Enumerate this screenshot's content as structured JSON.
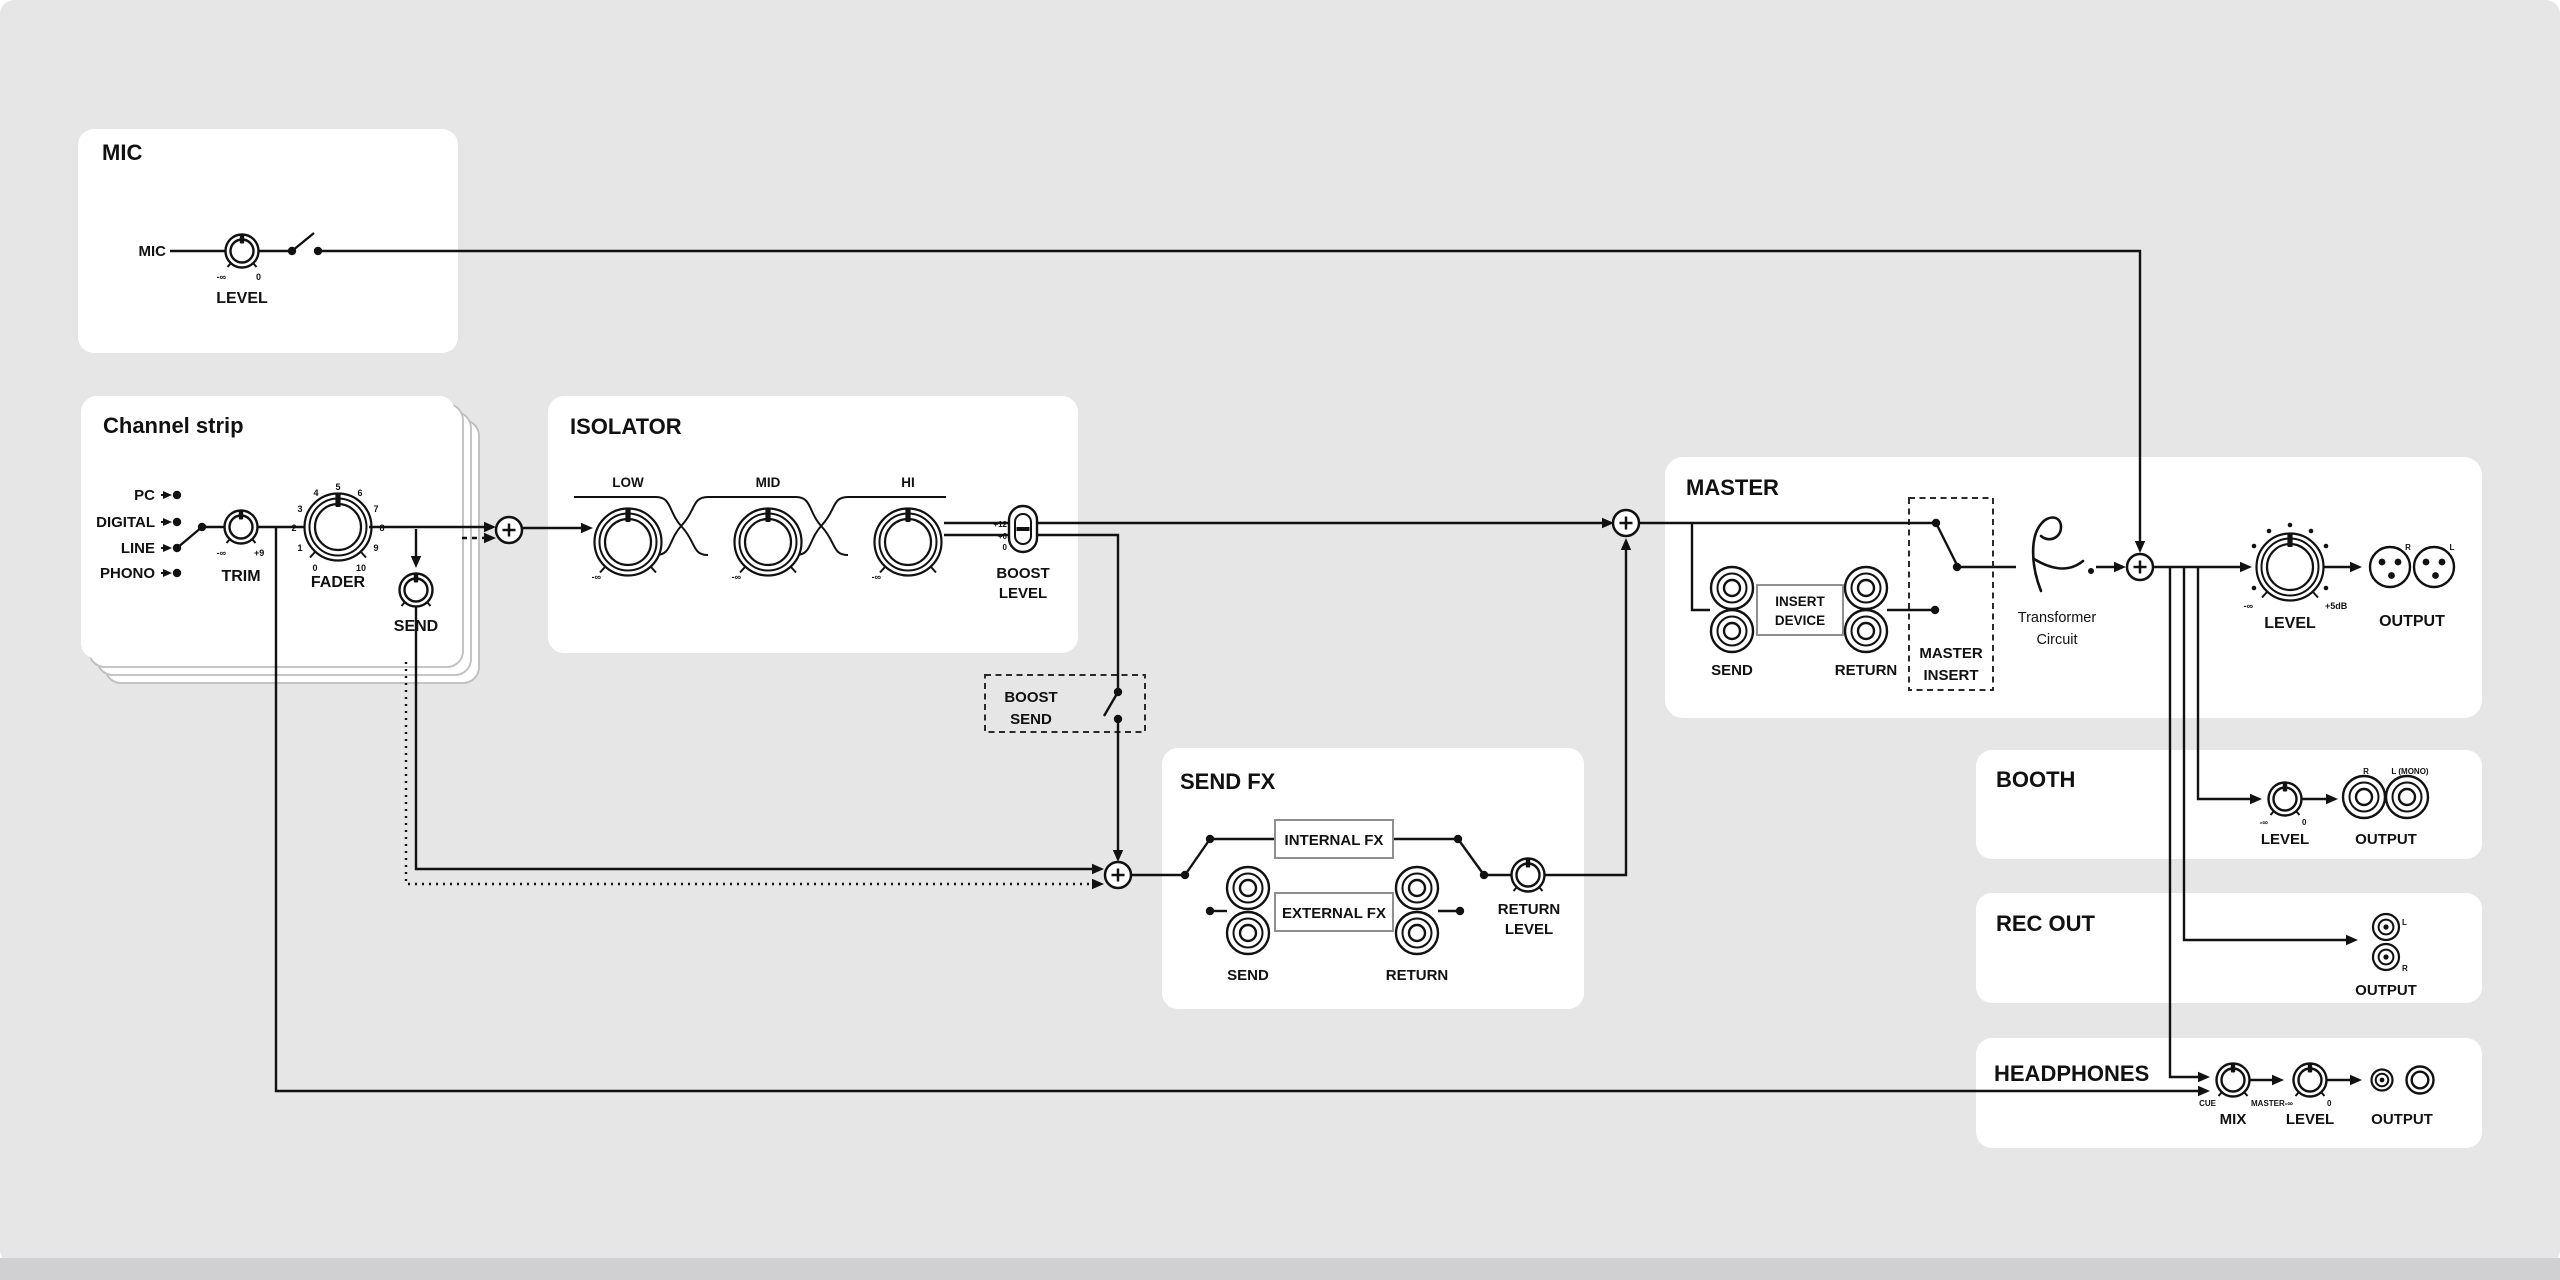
{
  "colors": {
    "background": "#e6e6e6",
    "box": "#ffffff",
    "line": "#111111",
    "bottom_edge": "#d0d0d2"
  },
  "mic": {
    "title": "MIC",
    "input": "MIC",
    "level_label": "LEVEL",
    "level_min": "-∞",
    "level_max": "0"
  },
  "channel_strip": {
    "title": "Channel strip",
    "inputs": [
      "PC",
      "DIGITAL",
      "LINE",
      "PHONO"
    ],
    "trim_label": "TRIM",
    "trim_min": "-∞",
    "trim_max": "+9",
    "fader_label": "FADER",
    "fader_scale": [
      "0",
      "1",
      "2",
      "3",
      "4",
      "5",
      "6",
      "7",
      "8",
      "9",
      "10"
    ],
    "send_label": "SEND"
  },
  "isolator": {
    "title": "ISOLATOR",
    "bands": [
      {
        "label": "LOW",
        "min": "-∞"
      },
      {
        "label": "MID",
        "min": "-∞"
      },
      {
        "label": "HI",
        "min": "-∞"
      }
    ],
    "boost_positions": [
      "+12",
      "+6",
      "0"
    ],
    "boost_label_1": "BOOST",
    "boost_label_2": "LEVEL"
  },
  "boost_send": {
    "label_1": "BOOST",
    "label_2": "SEND"
  },
  "send_fx": {
    "title": "SEND FX",
    "internal_label": "INTERNAL FX",
    "external_label": "EXTERNAL FX",
    "send_label": "SEND",
    "return_label": "RETURN",
    "return_level_1": "RETURN",
    "return_level_2": "LEVEL"
  },
  "master": {
    "title": "MASTER",
    "send_label": "SEND",
    "return_label": "RETURN",
    "insert_device_1": "INSERT",
    "insert_device_2": "DEVICE",
    "master_insert_1": "MASTER",
    "master_insert_2": "INSERT",
    "transformer_1": "Transformer",
    "transformer_2": "Circuit",
    "level_label": "LEVEL",
    "level_min": "-∞",
    "level_max": "+5dB",
    "output_label": "OUTPUT",
    "xlr_right": "R",
    "xlr_left": "L"
  },
  "booth": {
    "title": "BOOTH",
    "level_label": "LEVEL",
    "level_min": "-∞",
    "level_max": "0",
    "output_label": "OUTPUT",
    "jack_right": "R",
    "jack_left": "L (MONO)"
  },
  "rec_out": {
    "title": "REC OUT",
    "output_label": "OUTPUT",
    "jack_left": "L",
    "jack_right": "R"
  },
  "headphones": {
    "title": "HEADPHONES",
    "mix_label": "MIX",
    "mix_min": "CUE",
    "mix_max": "MASTER",
    "level_label": "LEVEL",
    "level_min": "-∞",
    "level_max": "0",
    "output_label": "OUTPUT"
  }
}
